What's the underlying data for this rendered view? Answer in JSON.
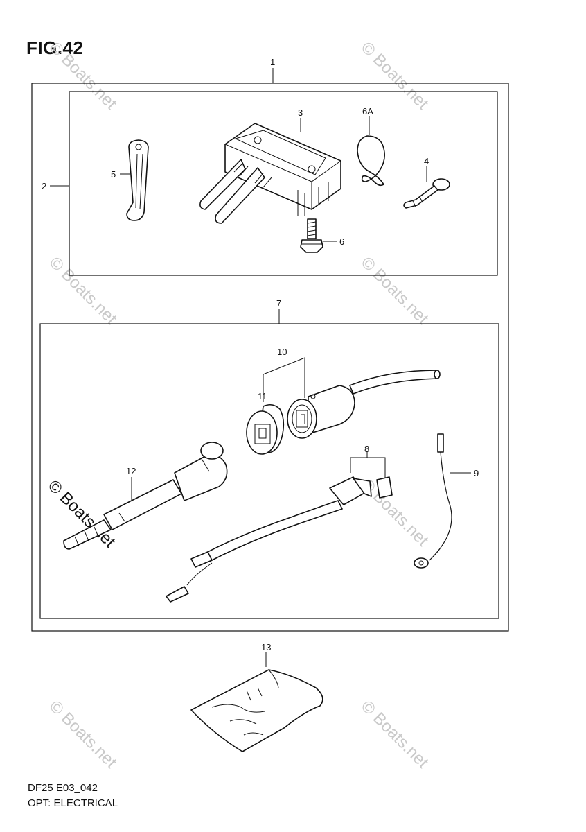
{
  "figure": {
    "title": "FIG.42",
    "code": "DF25 E03_042",
    "caption": "OPT: ELECTRICAL"
  },
  "labels": {
    "n1": "1",
    "n2": "2",
    "n3": "3",
    "n4": "4",
    "n5": "5",
    "n6": "6",
    "n6a": "6A",
    "n7": "7",
    "n8": "8",
    "n9": "9",
    "n10": "10",
    "n11": "11",
    "n12": "12",
    "n13": "13"
  },
  "watermark": {
    "text": "© Boats.net"
  }
}
